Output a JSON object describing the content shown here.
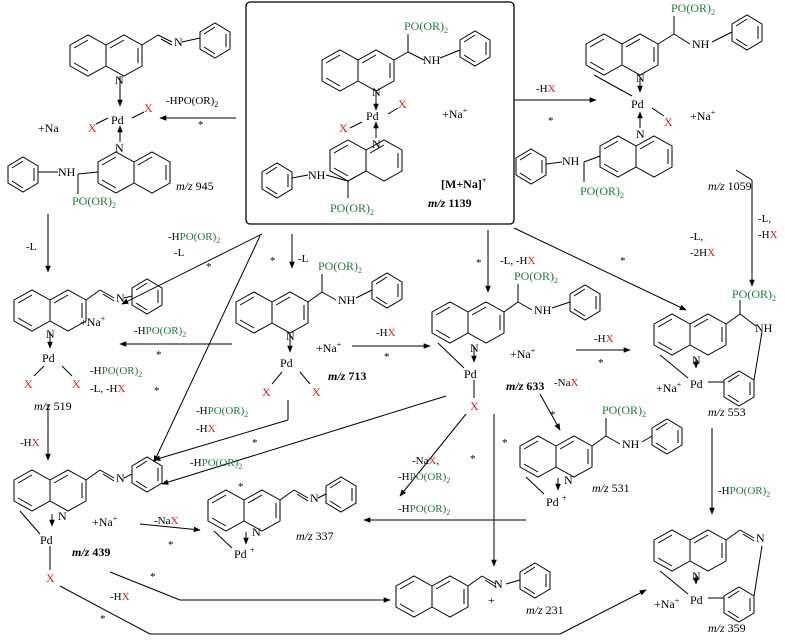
{
  "precursor": {
    "ion_label": "[M+Na]",
    "ion_charge": "+",
    "mz_prefix": "m/z",
    "mz_value": "1139",
    "na_label": "+Na",
    "na_charge": "+"
  },
  "species": [
    {
      "id": "s945",
      "mz": "945"
    },
    {
      "id": "s1059",
      "mz": "1059"
    },
    {
      "id": "s519",
      "mz": "519"
    },
    {
      "id": "s713",
      "mz": "713"
    },
    {
      "id": "s633",
      "mz": "633"
    },
    {
      "id": "s553",
      "mz": "553"
    },
    {
      "id": "s439",
      "mz": "439"
    },
    {
      "id": "s337",
      "mz": "337"
    },
    {
      "id": "s531",
      "mz": "531"
    },
    {
      "id": "s231",
      "mz": "231"
    },
    {
      "id": "s359",
      "mz": "359"
    }
  ],
  "atoms": {
    "pd": "Pd",
    "x": "X",
    "n": "N",
    "nh": "NH",
    "phosphonate": "PO(OR)",
    "sub2": "2",
    "na": "+Na",
    "plus": "+"
  },
  "losses": {
    "hpo": "-HPO(OR)",
    "l": "-L",
    "hx": "-HX",
    "nax": "-NaX",
    "l_hx": "-L, -HX",
    "two_hx": "-2HX",
    "l_comma": "-L,",
    "hx_plain": "-HX",
    "star": "*"
  }
}
